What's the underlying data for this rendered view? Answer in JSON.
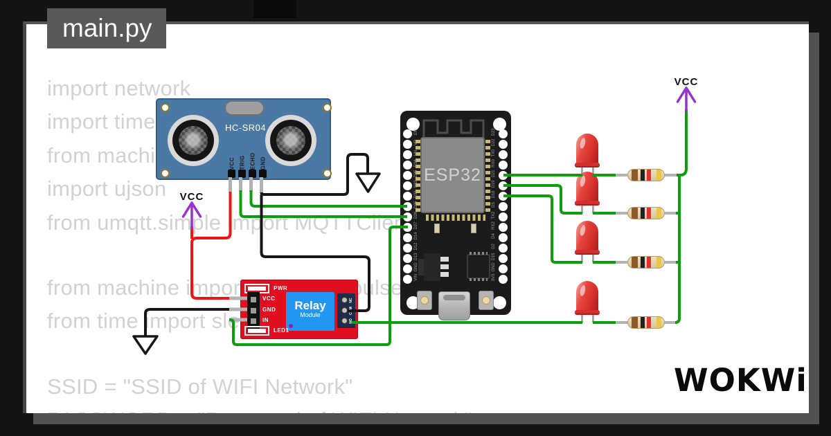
{
  "window": {
    "tab_title": "main.py",
    "logo_text": "WOKWi"
  },
  "code_lines": [
    "import network",
    "import time",
    "from machine import Pin",
    "import ujson",
    "from umqtt.simple import MQTTClient",
    "from machine import Pin, time_pulse_us",
    "from time import sleep",
    "SSID = \"SSID of WIFI Network\"",
    "PASSWORD = \"Password of WIFI Network\""
  ],
  "power": {
    "vcc_left": "VCC",
    "vcc_right": "VCC"
  },
  "hcsr04": {
    "name": "HC-SR04",
    "pins": [
      "VCC",
      "TRIG",
      "ECHO",
      "GND"
    ]
  },
  "esp32": {
    "chip_label": "ESP32",
    "left_pins": [
      "EN",
      "VP",
      "VN",
      "D34",
      "D35",
      "D32",
      "D33",
      "D25",
      "D26",
      "D27",
      "D14",
      "D12",
      "D13",
      "GND",
      "VIN"
    ],
    "right_pins": [
      "D23",
      "D22",
      "TX0",
      "RX0",
      "D21",
      "D19",
      "D18",
      "D5",
      "TX2",
      "RX2",
      "D4",
      "D2",
      "D15",
      "GND",
      "3V3"
    ]
  },
  "relay": {
    "label_line1": "Relay",
    "label_line2": "Module",
    "pwr_label": "PWR",
    "led1_label": "LED1",
    "pin_labels": [
      "VCC",
      "GND",
      "IN"
    ],
    "terminal_labels": [
      "NC",
      "COM",
      "NO"
    ]
  },
  "colors": {
    "wire_green": "#0d9d0d",
    "wire_red": "#ee1515",
    "wire_black": "#161616",
    "vcc_purple": "#9b30d0",
    "hcsr04_blue": "#4a79a6",
    "relay_red": "#e01020",
    "relay_blue": "#2196f3",
    "led_red": "#e8453f",
    "esp_board_black": "#1b1b1b"
  }
}
